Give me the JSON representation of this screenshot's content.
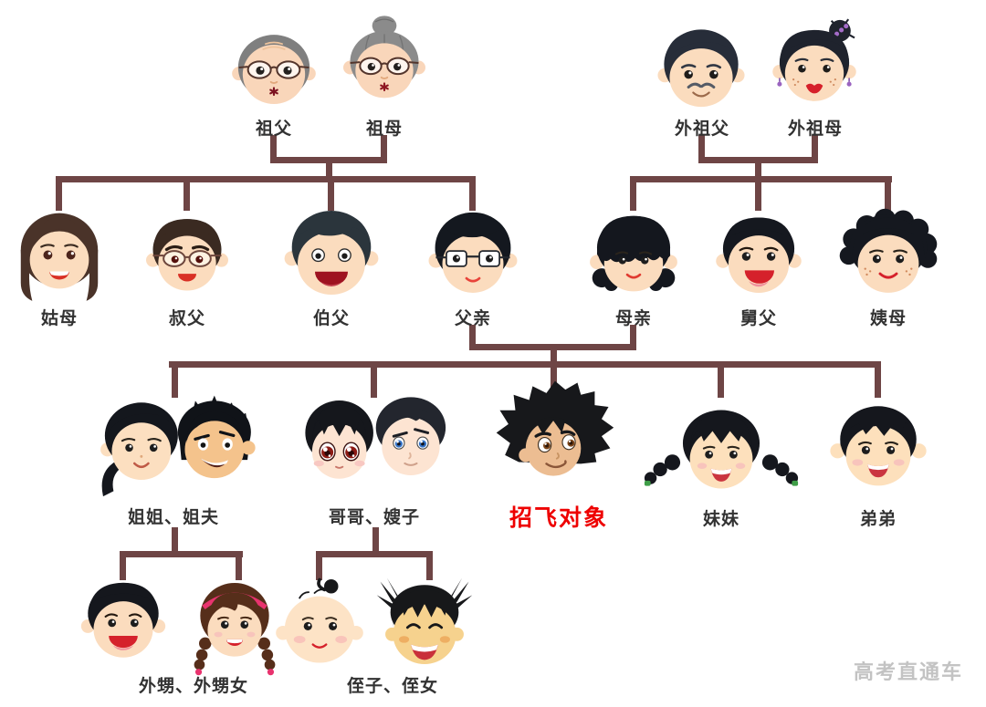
{
  "people": {
    "paternal_grandfather": "祖父",
    "paternal_grandmother": "祖母",
    "maternal_grandfather": "外祖父",
    "maternal_grandmother": "外祖母",
    "paternal_aunt": "姑母",
    "paternal_uncle_younger": "叔父",
    "paternal_uncle_elder": "伯父",
    "father": "父亲",
    "mother": "母亲",
    "maternal_uncle": "舅父",
    "maternal_aunt": "姨母",
    "elder_sister_couple": "姐姐、姐夫",
    "elder_brother_couple": "哥哥、嫂子",
    "candidate": "招飞对象",
    "younger_sister": "妹妹",
    "younger_brother": "弟弟",
    "sisters_children": "外甥、外甥女",
    "brothers_children": "侄子、侄女"
  },
  "watermark": "高考直通车",
  "colors": {
    "connector": "#6e4545",
    "candidate_label": "#ee0000",
    "label": "#323232",
    "watermark": "#c3c3c3"
  }
}
